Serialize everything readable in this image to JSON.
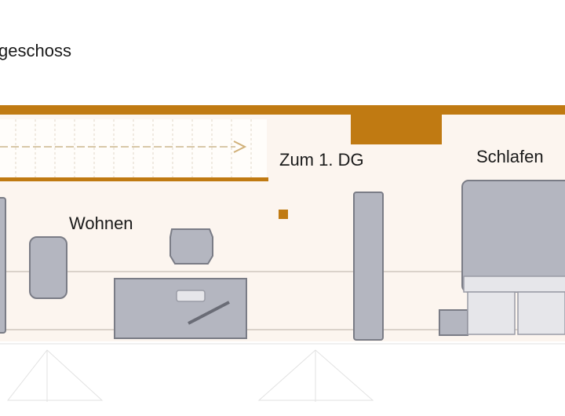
{
  "title": "geschoss",
  "rooms": {
    "wohnen": "Wohnen",
    "stairs": "Zum 1. DG",
    "schlafen": "Schlafen"
  },
  "colors": {
    "wall": "#c07a12",
    "floor": "#fcf5ef",
    "furniture": "#b4b6c0",
    "furniture_stroke": "#7a7c86"
  }
}
